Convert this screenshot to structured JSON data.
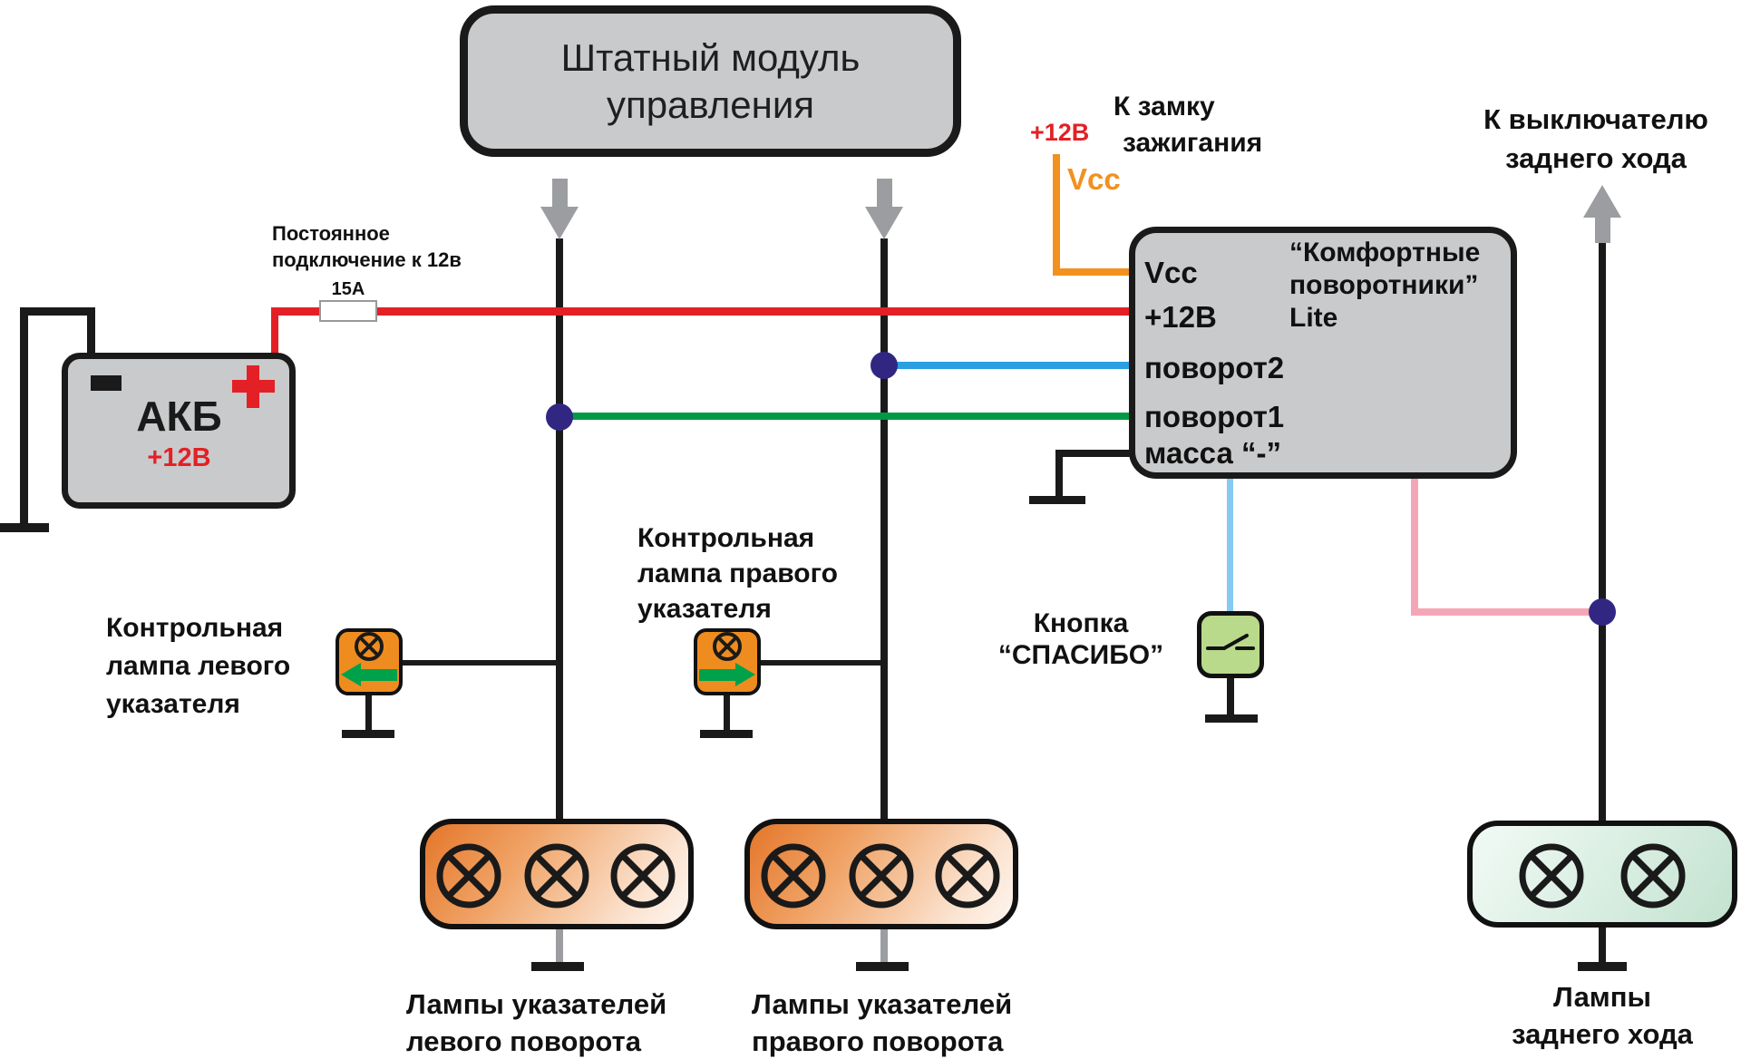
{
  "colors": {
    "wire_red": "#e32025",
    "wire_orange": "#f2911e",
    "wire_blue": "#2a9fe1",
    "wire_light_blue": "#85caf0",
    "wire_green": "#009a45",
    "wire_pink": "#f5a6b6",
    "wire_black": "#1a1a1a",
    "junction_dot": "#312783",
    "box_fill": "#c9cacc",
    "indicator_orange": "#ef8c1f",
    "indicator_arrow_green": "#00a14b",
    "button_green": "#b9da8b",
    "arrow_gray": "#9b9da0"
  },
  "top_module": {
    "line1": "Штатный модуль",
    "line2": "управления"
  },
  "battery": {
    "name": "АКБ",
    "voltage": "+12В"
  },
  "power_label": {
    "line1": "Постоянное",
    "line2": "подключение к 12в"
  },
  "fuse": {
    "rating": "15А"
  },
  "ignition": {
    "plus12": "+12В",
    "vcc": "Vcc",
    "line1": "К замку",
    "line2": "зажигания"
  },
  "reverse_switch": {
    "line1": "К выключателю",
    "line2": "заднего хода"
  },
  "module": {
    "pin_vcc": "Vcc",
    "pin_12v": "+12В",
    "pin_turn2": "поворот2",
    "pin_turn1": "поворот1",
    "pin_ground": "масса “-”",
    "title_line1": "“Комфортные",
    "title_line2": "поворотники”",
    "title_line3": "Lite"
  },
  "thanks_button": {
    "line1": "Кнопка",
    "line2": "“СПАСИБО”"
  },
  "left_indicator_label": {
    "line1": "Контрольная",
    "line2": "лампа левого",
    "line3": "указателя"
  },
  "right_indicator_label": {
    "line1": "Контрольная",
    "line2": "лампа правого",
    "line3": "указателя"
  },
  "left_lamps_label": {
    "line1": "Лампы указателей",
    "line2": "левого поворота"
  },
  "right_lamps_label": {
    "line1": "Лампы указателей",
    "line2": "правого поворота"
  },
  "reverse_lamps_label": {
    "line1": "Лампы",
    "line2": "заднего хода"
  }
}
